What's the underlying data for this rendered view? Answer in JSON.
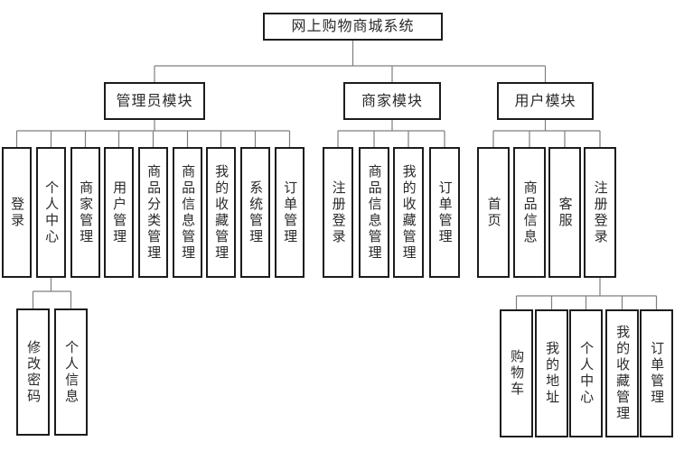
{
  "diagram": {
    "root": {
      "label": "网上购物商城系统"
    },
    "modules": {
      "admin": {
        "label": "管理员模块",
        "children": [
          "登录",
          "个人中心",
          "商家管理",
          "用户管理",
          "商品分类管理",
          "商品信息管理",
          "我的收藏管理",
          "系统管理",
          "订单管理"
        ]
      },
      "merchant": {
        "label": "商家模块",
        "children": [
          "注册登录",
          "商品信息管理",
          "我的收藏管理",
          "订单管理"
        ]
      },
      "user": {
        "label": "用户模块",
        "children": [
          "首页",
          "商品信息",
          "客服",
          "注册登录"
        ]
      }
    },
    "personal_center_children": [
      "修改密码",
      "个人信息"
    ],
    "register_login_children": [
      "购物车",
      "我的地址",
      "个人中心",
      "我的收藏管理",
      "订单管理"
    ]
  },
  "colors": {
    "background": "#ffffff",
    "box_border": "#1c1c1c",
    "connector_line": "#7f7f7f",
    "text": "#2a2a2a"
  }
}
